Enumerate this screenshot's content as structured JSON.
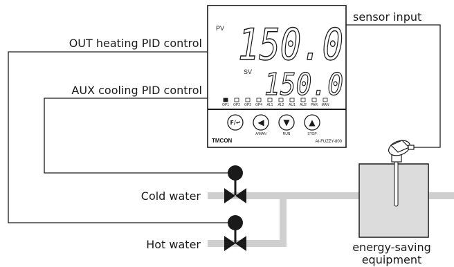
{
  "labels": {
    "sensor_input": "sensor input",
    "out_heating": "OUT heating PID control",
    "aux_cooling": "AUX cooling PID control",
    "cold_water": "Cold water",
    "hot_water": "Hot water",
    "equipment_line1": "energy-saving",
    "equipment_line2": "equipment"
  },
  "controller": {
    "brand": "TMCON",
    "model": "AI-FUZZY-800",
    "pv_label": "PV",
    "sv_label": "SV",
    "pv_value": "150.0",
    "sv_value": "150.0",
    "indicators": [
      "OP1",
      "OP2",
      "OP3",
      "OP4",
      "AL1",
      "AL2",
      "AU1",
      "AU2",
      "PAR",
      "MAN"
    ],
    "buttons": [
      {
        "glyph": "F/↵",
        "label": ""
      },
      {
        "glyph": "◀",
        "label": "A/MAN"
      },
      {
        "glyph": "▼",
        "label": "RUN"
      },
      {
        "glyph": "▲",
        "label": "STOP"
      }
    ]
  },
  "colors": {
    "line": "#1a1a1a",
    "pipe": "#cfcfcf",
    "tank_fill": "#dcdcdc",
    "controller_face": "#ffffff"
  }
}
